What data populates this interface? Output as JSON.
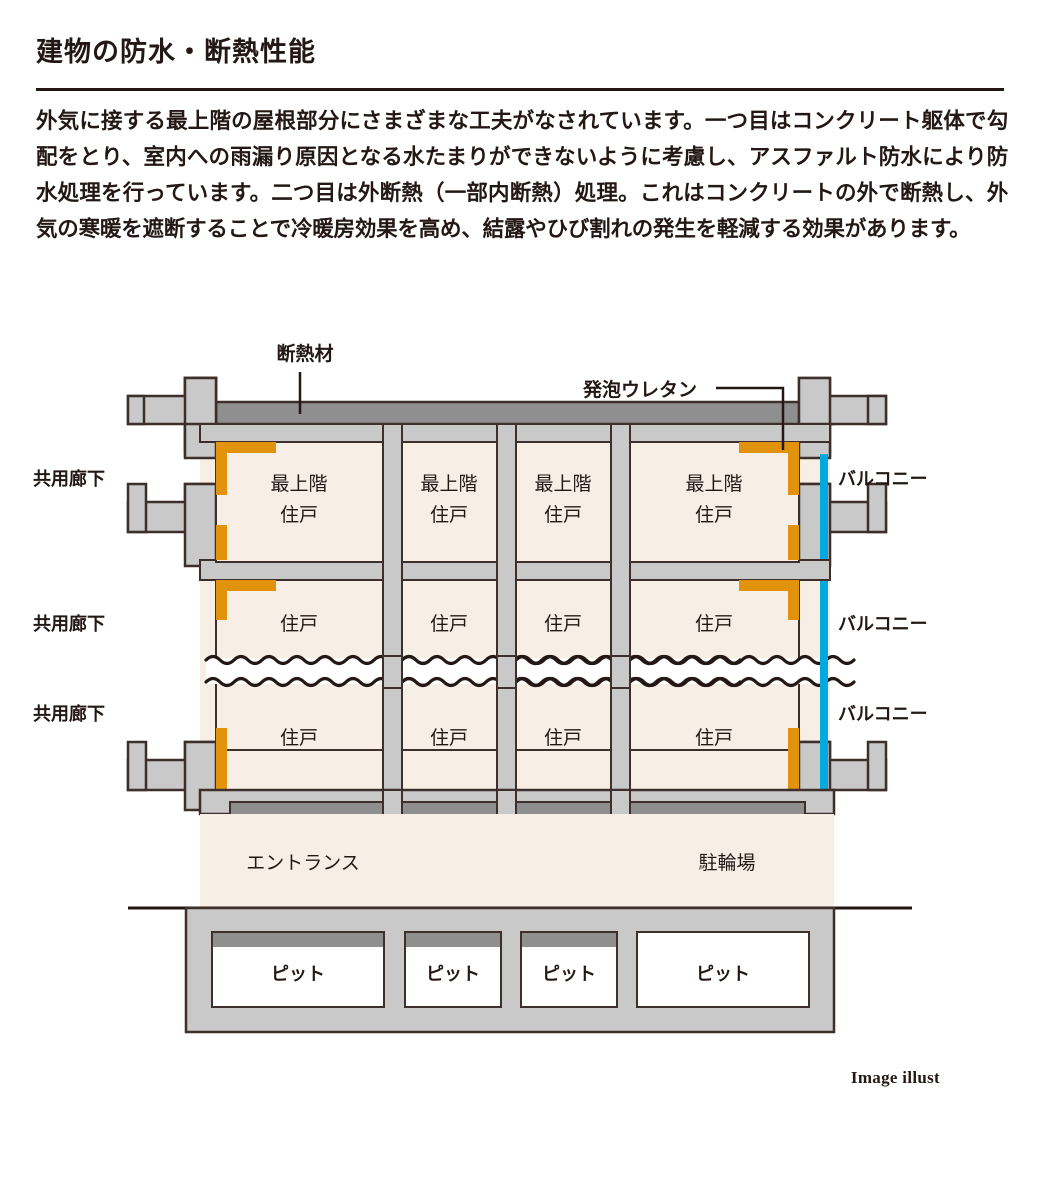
{
  "document": {
    "title": "建物の防水・断熱性能",
    "body": "外気に接する最上階の屋根部分にさまざまな工夫がなされています。一つ目はコンクリート躯体で勾配をとり、室内への雨漏り原因となる水たまりができないように考慮し、アスファルト防水により防水処理を行っています。二つ目は外断熱（一部内断熱）処理。これはコンクリートの外で断熱し、外気の寒暖を遮断することで冷暖房効果を高め、結露やひび割れの発生を軽減する効果があります。",
    "credit": "Image illust"
  },
  "diagram": {
    "callouts": {
      "insulation": "断熱材",
      "urethane_foam": "発泡ウレタン"
    },
    "left_labels": [
      "共用廊下",
      "共用廊下",
      "共用廊下"
    ],
    "right_labels": [
      "バルコニー",
      "バルコニー",
      "バルコニー"
    ],
    "floors": [
      {
        "units": [
          "最上階\n住戸",
          "最上階\n住戸",
          "最上階\n住戸",
          "最上階\n住戸"
        ],
        "line1": "最上階",
        "line2": "住戸"
      },
      {
        "units": [
          "住戸",
          "住戸",
          "住戸",
          "住戸"
        ],
        "line1": "住戸",
        "line2": ""
      },
      {
        "units": [
          "住戸",
          "住戸",
          "住戸",
          "住戸"
        ],
        "line1": "住戸",
        "line2": ""
      }
    ],
    "ground_spaces": [
      {
        "label": "エントランス"
      },
      {
        "label": "駐輪場"
      }
    ],
    "pits": [
      "ピット",
      "ピット",
      "ピット",
      "ピット"
    ],
    "colors": {
      "outline": "#3c2f2c",
      "concrete_light": "#c9c9c9",
      "concrete_dark": "#8f8f8f",
      "interior_beige": "#f7efe5",
      "insulation_orange": "#e2930e",
      "waterproof_blue": "#00a9e0",
      "text": "#231815",
      "white": "#ffffff"
    }
  }
}
